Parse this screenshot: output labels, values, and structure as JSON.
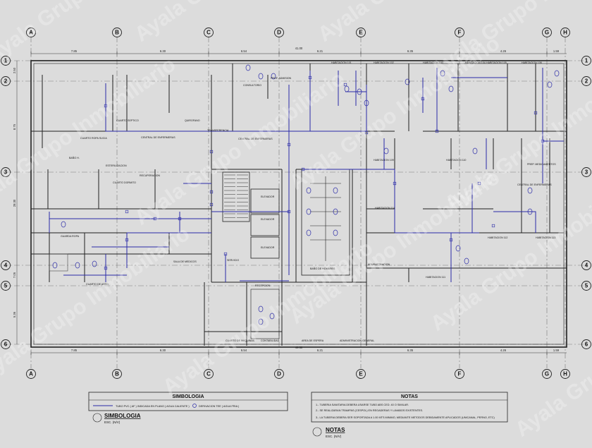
{
  "watermark": "Ayala Grupo Inmobiliario",
  "colors": {
    "background": "#dcdcdc",
    "walls": "#202020",
    "pipes": "#2a2aa8"
  },
  "grid_columns": [
    "A",
    "B",
    "C",
    "D",
    "E",
    "F",
    "G",
    "H"
  ],
  "grid_rows": [
    "1",
    "2",
    "3",
    "4",
    "5",
    "6"
  ],
  "dims_top": {
    "total": "41.00",
    "spans": [
      "7.85",
      "6.30",
      "6.54",
      "6.21",
      "6.35",
      "4.26",
      "1.59"
    ]
  },
  "dims_bottom": {
    "total": "49.50",
    "spans": [
      "7.85",
      "6.30",
      "6.54",
      "6.21",
      "6.35",
      "4.26",
      "1.59"
    ]
  },
  "dims_left": [
    "2.50",
    "8.75",
    "28.30",
    "7.05",
    "5.36"
  ],
  "rooms": [
    {
      "key": "r1",
      "label": "CONSULTORIO"
    },
    {
      "key": "r2",
      "label": "PROF. ADMISION"
    },
    {
      "key": "r3",
      "label": "HABITACION 101"
    },
    {
      "key": "r4",
      "label": "HABITACION 102"
    },
    {
      "key": "r5",
      "label": "HABITACION 103"
    },
    {
      "key": "r6",
      "label": "HABITACION 104"
    },
    {
      "key": "r7",
      "label": "HABITACION 105"
    },
    {
      "key": "r8",
      "label": "HABITACION 106"
    },
    {
      "key": "r9",
      "label": "CENTRAL DE ENFERMERAS"
    },
    {
      "key": "r10",
      "label": "QUIROFANO"
    },
    {
      "key": "r11",
      "label": "CUARTO SEPTICO"
    },
    {
      "key": "r12",
      "label": "TRANSFERENCIA"
    },
    {
      "key": "r13",
      "label": "CENTRAL DE ENFERMERAS"
    },
    {
      "key": "r14",
      "label": "RECUPERACION"
    },
    {
      "key": "r15",
      "label": "CUARTO DORMITO"
    },
    {
      "key": "r16",
      "label": "ESTERILIZACION"
    },
    {
      "key": "r17",
      "label": "CUARTO ROPA SUCIA"
    },
    {
      "key": "r18",
      "label": "BAÑO H."
    },
    {
      "key": "r19",
      "label": "ELEVADOR"
    },
    {
      "key": "r20",
      "label": "ELEVADOR"
    },
    {
      "key": "r21",
      "label": "ELEVADOR"
    },
    {
      "key": "r22",
      "label": "SERVICIO"
    },
    {
      "key": "r23",
      "label": "BAÑO DE HOMBRES"
    },
    {
      "key": "r24",
      "label": "SALA DE MEDICOS"
    },
    {
      "key": "r25",
      "label": "ADMINISTRACION"
    },
    {
      "key": "r26",
      "label": "HABITACION 109"
    },
    {
      "key": "r27",
      "label": "HABITACION 110"
    },
    {
      "key": "r28",
      "label": "HABITACION 111"
    },
    {
      "key": "r29",
      "label": "HABITACION 112"
    },
    {
      "key": "r30",
      "label": "HABITACION 113"
    },
    {
      "key": "r31",
      "label": "CENTRAL DE ENFERMERAS"
    },
    {
      "key": "r32",
      "label": "PREP. MEDICAMENTOS"
    },
    {
      "key": "r33",
      "label": "AREA DE ESPERA"
    },
    {
      "key": "r34",
      "label": "CUARTO DE MAQUINAS"
    },
    {
      "key": "r35",
      "label": "CONTABILIDAD"
    },
    {
      "key": "r36",
      "label": "ADMINISTRACION GENERAL"
    },
    {
      "key": "r37",
      "label": "RECEPCION"
    },
    {
      "key": "r38",
      "label": "HABITACION 114"
    },
    {
      "key": "r39",
      "label": "CUARTO DE ASEO"
    },
    {
      "key": "r40",
      "label": "GUARDA ROPA"
    }
  ],
  "legend": {
    "title": "SIMBOLOGIA",
    "items": [
      {
        "label": "TUBO PVC ( AF ) INDICADA EN PLANO ( AGUA CALIENTE )"
      },
      {
        "label": "DERIVACION TEE ( AGUA FRIA )"
      }
    ],
    "caption": "SIMBOLOGIA",
    "scale": "ESC. (N/V)"
  },
  "notes": {
    "title": "NOTAS",
    "items": [
      "1.- TUBERIA SANITARIA DEBERA USARSE TUBO ABS CED. 40 O SIMILAR.",
      "2.- SE REALIZARAN TRAMPAS (CESPOL) EN REGADERAS Y LAVABOS EXISTENTES.",
      "3.- LA TUBERIA DEBERA SER SOPORTADA A 1.00 MTS MINIMO, MEDIANTE METODOS DEBIDAMENTE APLICADOS (UNICANAL, PERNO, ETC)"
    ],
    "caption": "NOTAS",
    "scale": "ESC. (N/V)"
  }
}
